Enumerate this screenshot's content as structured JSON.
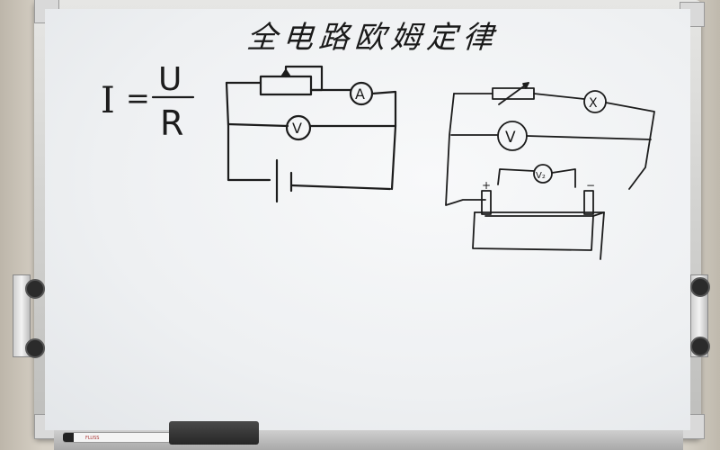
{
  "board": {
    "title": "全电路欧姆定律",
    "formula_lhs": "I",
    "formula_eq": "=",
    "formula_num": "U",
    "formula_den": "R",
    "circuit1": {
      "ammeter": "A",
      "voltmeter": "V"
    },
    "circuit2": {
      "lamp": "X",
      "voltmeter": "V",
      "inner_voltmeter": "V₂",
      "plus": "+",
      "minus": "−"
    }
  },
  "accessories": {
    "marker_label": "FLUSS"
  }
}
